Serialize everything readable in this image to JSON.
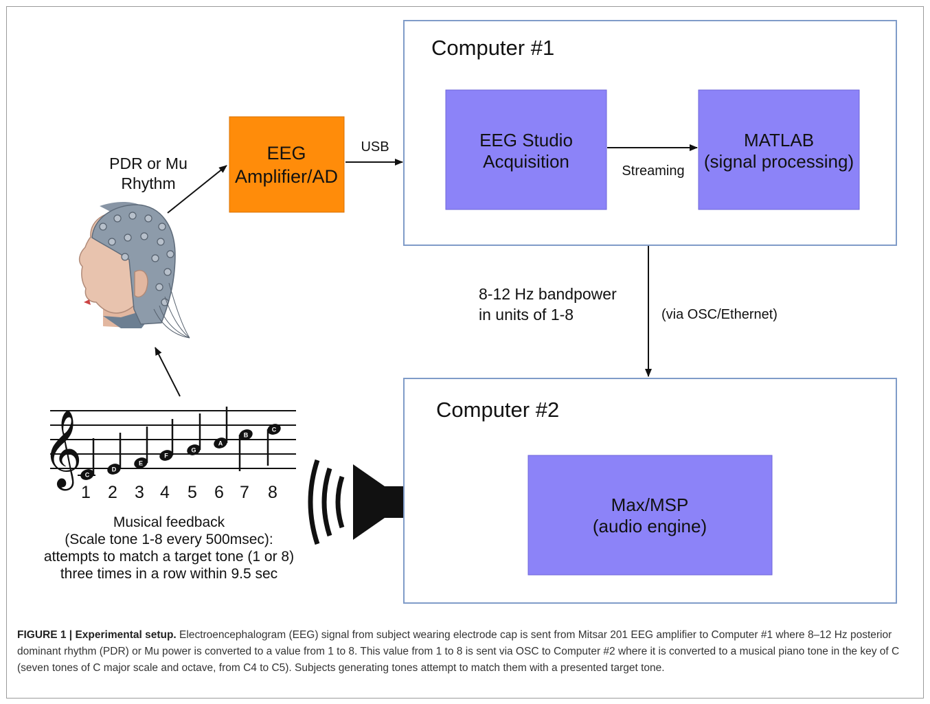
{
  "diagram": {
    "computer1": {
      "title": "Computer #1",
      "eeg_studio": [
        "EEG Studio",
        "Acquisition"
      ],
      "matlab": [
        "MATLAB",
        "(signal processing)"
      ],
      "streaming": "Streaming"
    },
    "computer2": {
      "title": "Computer #2",
      "maxmsp": [
        "Max/MSP",
        "(audio engine)"
      ]
    },
    "amplifier": [
      "EEG",
      "Amplifier/AD"
    ],
    "usb": "USB",
    "pdr": [
      "PDR or Mu",
      "Rhythm"
    ],
    "bandpower": [
      "8-12 Hz bandpower",
      "in units of 1-8"
    ],
    "via": "(via OSC/Ethernet)",
    "notes": {
      "letters": [
        "C",
        "D",
        "E",
        "F",
        "G",
        "A",
        "B",
        "C"
      ],
      "numbers": [
        "1",
        "2",
        "3",
        "4",
        "5",
        "6",
        "7",
        "8"
      ]
    },
    "feedback": [
      "Musical feedback",
      "(Scale tone 1-8 every 500msec):",
      "attempts to match a target tone (1 or 8)",
      "three times in a row within 9.5 sec"
    ],
    "colors": {
      "amplifier": "#ff8c0a",
      "process_box": "#8c83f8",
      "computer_border": "#7f9bc8"
    }
  },
  "caption": {
    "label": "FIGURE 1 | ",
    "title": "Experimental setup.",
    "text": " Electroencephalogram (EEG) signal from subject wearing electrode cap is sent from Mitsar 201 EEG amplifier to Computer #1 where 8–12 Hz posterior dominant rhythm (PDR) or Mu power is converted to a value from 1 to 8. This value from 1 to 8 is sent via OSC to Computer #2 where it is converted to a musical piano tone in the key of C (seven tones of C major scale and octave, from C4 to C5). Subjects generating tones attempt to match them with a presented target tone."
  }
}
